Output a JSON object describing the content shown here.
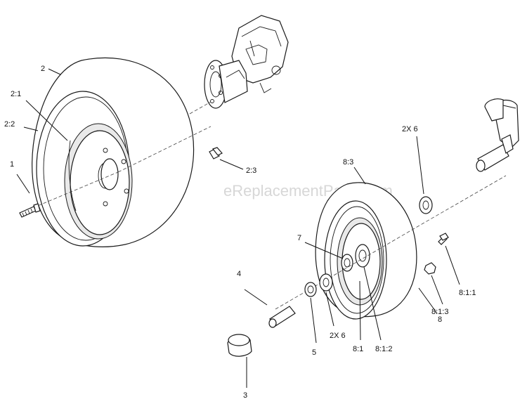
{
  "watermark": "eReplacementParts.com",
  "callouts": {
    "wheel_left": "2",
    "rim_left": "2:1",
    "tire_left": "2:2",
    "axle_bolt_left": "2:3",
    "bolt_left": "1",
    "wheel_right_tire": "8:3",
    "washer_top": "2X 6",
    "bearing": "7",
    "spacer": "4",
    "washer_bottom": "2X 6",
    "seal": "5",
    "cap": "3",
    "wheel_right_rim": "8:1",
    "bearing_center": "8:1:2",
    "valve_stem": "8:1:1",
    "nut": "8:1:3",
    "wheel_right": "8"
  }
}
